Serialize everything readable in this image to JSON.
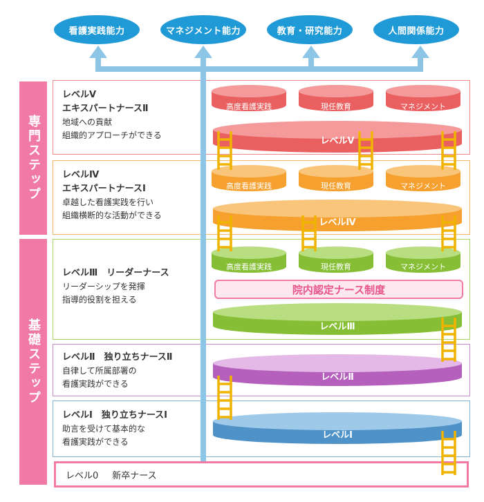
{
  "abilities": [
    "看護実践能力",
    "マネジメント能力",
    "教育・研究能力",
    "人間関係能力"
  ],
  "side_labels": {
    "specialist": "専門ステップ",
    "basic": "基礎ステップ"
  },
  "levels": {
    "l5": {
      "title1": "レベルⅤ",
      "title2": "エキスパートナースⅡ",
      "desc1": "地域への貢献",
      "desc2": "組織的アプローチができる",
      "disk": "レベルⅤ"
    },
    "l4": {
      "title1": "レベルⅣ",
      "title2": "エキスパートナースⅠ",
      "desc1": "卓越した看護実践を行い",
      "desc2": "組織横断的な活動ができる",
      "disk": "レベルⅣ"
    },
    "l3": {
      "title": "レベルⅢ　リーダーナース",
      "desc1": "リーダーシップを発揮",
      "desc2": "指導的役割を担える",
      "disk": "レベルⅢ"
    },
    "l2": {
      "title": "レベルⅡ　独り立ちナースⅡ",
      "desc1": "自律して所属部署の",
      "desc2": "看護実践ができる",
      "disk": "レベルⅡ"
    },
    "l1": {
      "title": "レベルⅠ　独り立ちナースⅠ",
      "desc1": "助言を受けて基本的な",
      "desc2": "看護実践ができる",
      "disk": "レベルⅠ"
    },
    "l0": {
      "t1": "レベル0",
      "t2": "新卒ナース"
    }
  },
  "tiers": [
    "高度看護実践",
    "現任教育",
    "マネジメント"
  ],
  "certified": "院内認定ナース制度",
  "colors": {
    "blue": "#1f9ad6",
    "pipe": "#8cc5e6",
    "pink": "#f07aa5",
    "red": "#ee6a6a",
    "orange": "#f6a93b",
    "green": "#8ec63f",
    "purple": "#b86cc0",
    "steel": "#5b9fd0",
    "ladder": "#f0b400"
  }
}
